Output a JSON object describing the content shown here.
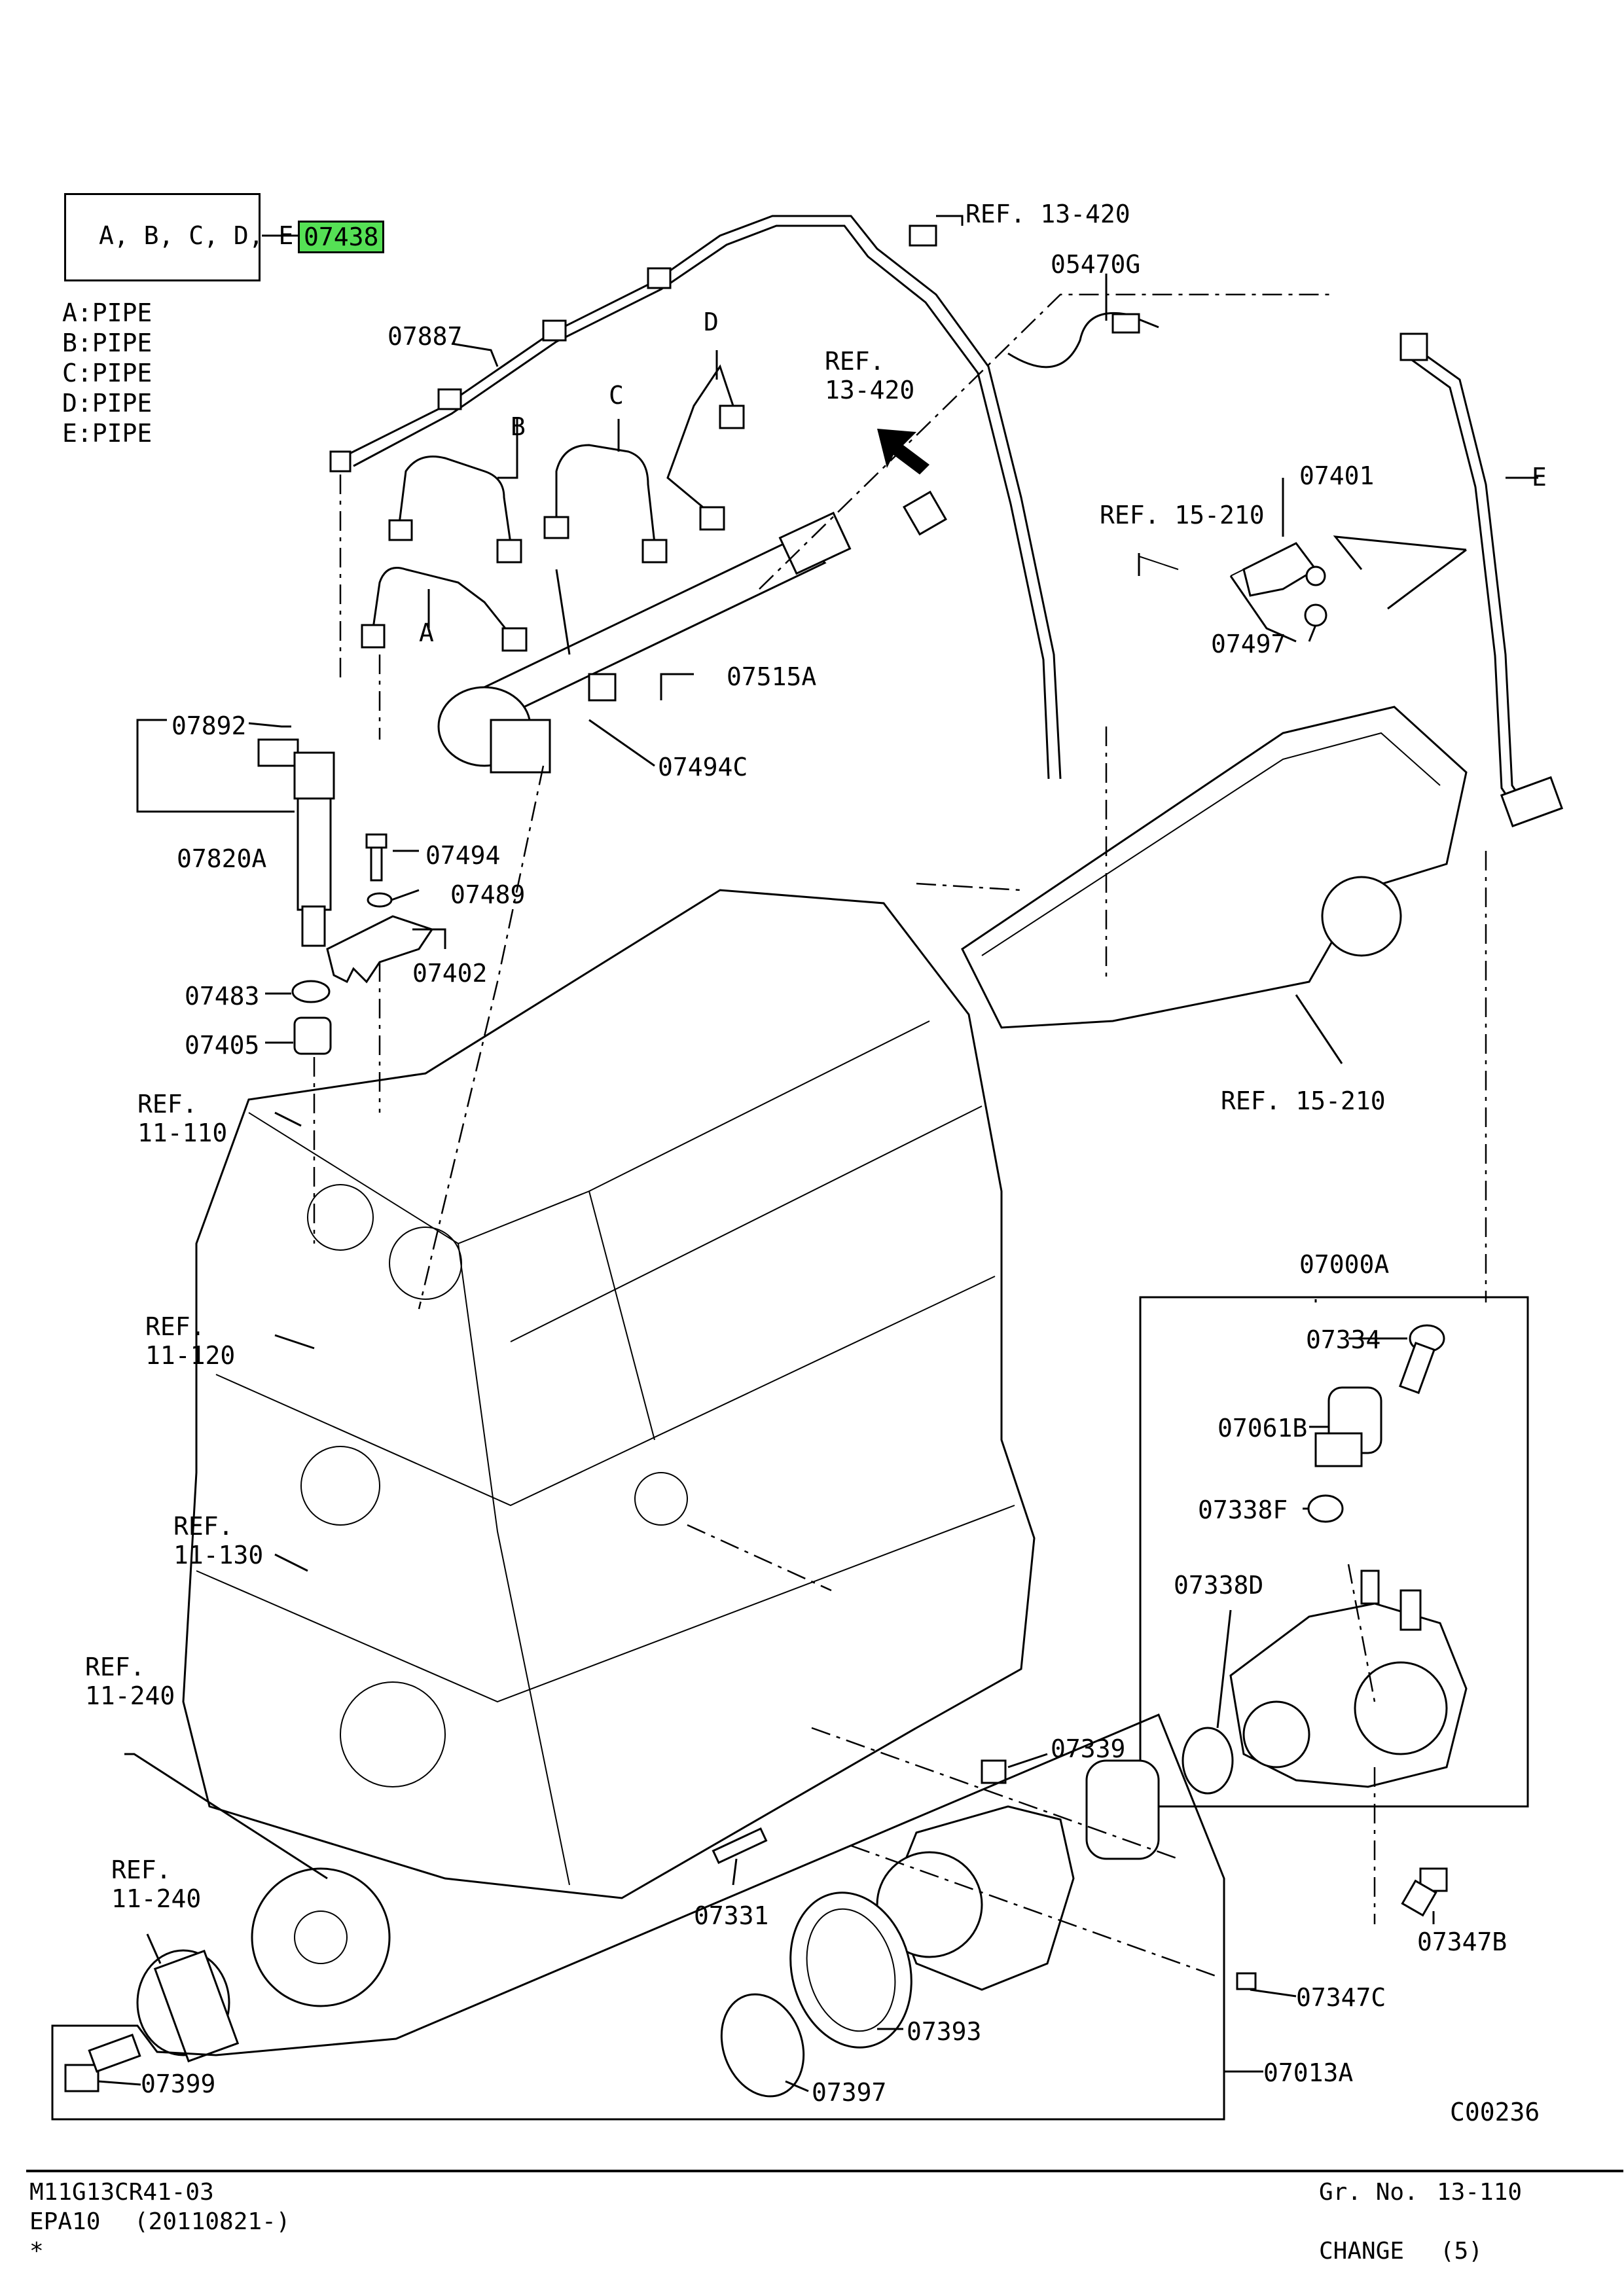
{
  "legend": {
    "group_label": "A, B, C, D, E",
    "group_part": "07438",
    "highlight_color": "#55e055",
    "items": [
      "A:PIPE",
      "B:PIPE",
      "C:PIPE",
      "D:PIPE",
      "E:PIPE"
    ]
  },
  "callouts": {
    "ref_13_420_top": "REF. 13-420",
    "p05470G": "05470G",
    "ref_13_420_arrow": "REF.\n13-420",
    "p07887": "07887",
    "pipe_b": "B",
    "pipe_c": "C",
    "pipe_d": "D",
    "pipe_a": "A",
    "pipe_e": "E",
    "p07401": "07401",
    "ref_15_210_top": "REF. 15-210",
    "p07497": "07497",
    "p07515A": "07515A",
    "p07892": "07892",
    "p07494C": "07494C",
    "p07820A": "07820A",
    "p07494": "07494",
    "p07489": "07489",
    "p07402": "07402",
    "p07483": "07483",
    "p07405": "07405",
    "ref_11_110": "REF.\n11-110",
    "ref_15_210_bottom": "REF. 15-210",
    "ref_11_120": "REF.\n11-120",
    "ref_11_130": "REF.\n11-130",
    "p07000A": "07000A",
    "p07334": "07334",
    "p07061B": "07061B",
    "p07338F": "07338F",
    "p07338D": "07338D",
    "ref_11_240_a": "REF.\n11-240",
    "p07339": "07339",
    "p07331": "07331",
    "ref_11_240_b": "REF.\n11-240",
    "p07347B": "07347B",
    "p07347C": "07347C",
    "p07393": "07393",
    "p07399": "07399",
    "p07013A": "07013A",
    "p07397": "07397",
    "c00236": "C00236"
  },
  "footer": {
    "model": "M11G13CR41-03",
    "engine": "EPA10",
    "date_range": "(20110821-)",
    "star": "*",
    "group_label": "Gr. No.",
    "group_no": "13-110",
    "change_label": "CHANGE",
    "change_no": "(5)"
  }
}
